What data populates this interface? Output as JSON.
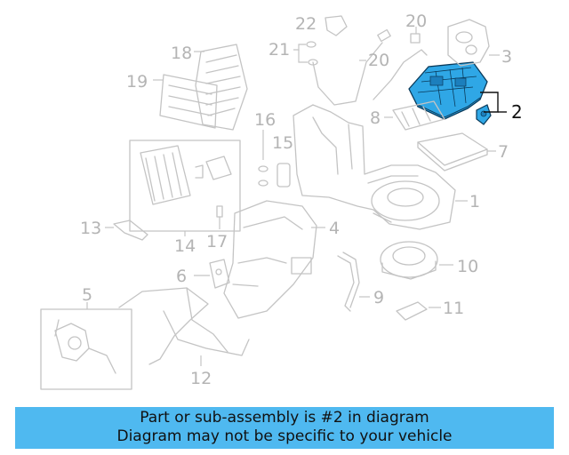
{
  "diagram": {
    "callouts": {
      "c1": "1",
      "c2": "2",
      "c3": "3",
      "c4": "4",
      "c5": "5",
      "c6": "6",
      "c7": "7",
      "c8": "8",
      "c9": "9",
      "c10": "10",
      "c11": "11",
      "c12": "12",
      "c13": "13",
      "c14": "14",
      "c15": "15",
      "c16": "16",
      "c17": "17",
      "c18": "18",
      "c19": "19",
      "c20a": "20",
      "c20b": "20",
      "c21": "21",
      "c22": "22"
    },
    "highlight_color": "#2fa7e6",
    "line_color": "#c4c4c4"
  },
  "banner": {
    "line1": "Part or sub-assembly is #2 in diagram",
    "line2": "Diagram may not be specific to your vehicle",
    "background": "#4fb9f0"
  }
}
